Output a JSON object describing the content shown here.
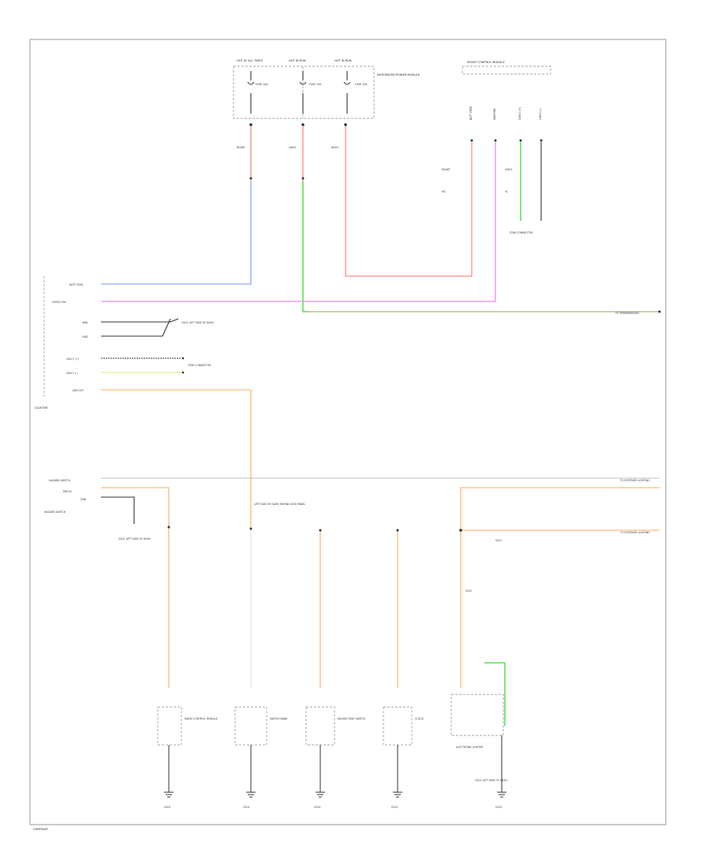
{
  "colors": {
    "red": "#ff8a8a",
    "blue": "#8fa8ff",
    "green": "#33dd33",
    "pink": "#ee88ee",
    "orange": "#ffbb77",
    "yellow": "#e8ee88",
    "tan": "#c9b99c",
    "black": "#333333",
    "gray": "#aaaaaa"
  },
  "labels": {
    "fuse1": "HOT AT ALL TIMES",
    "fuse2": "HOT IN RUN",
    "fuse3": "HOT IN RUN",
    "fuse_sub1": "FUSE 10A",
    "fuse_sub2": "FUSE 10A",
    "fuse_sub3": "FUSE 10A",
    "fuse_block": "INTEGRATED POWER MODULE",
    "right_module": "FRONT CONTROL MODULE",
    "pin_a": "BATT FEED",
    "pin_b": "IGNITION",
    "pin_c": "CAN C (+)",
    "pin_d": "CAN C (-)",
    "w_r1": "RD/WT",
    "w_r2": "WT",
    "w_gn1": "GN/YL",
    "w_gn2": "YL",
    "w_gn3": "GN/YL",
    "w_r3": "RD/YL",
    "star_conn": "STAR CONNECTOR",
    "cluster": "CLUSTER",
    "cl1": "BATT FEED",
    "cl2": "FUSED IGN",
    "cl3": "GND",
    "cl4": "GND",
    "cl5": "CAN C (+)",
    "cl6": "CAN C (-)",
    "cl7": "DIM OUT",
    "g1": "G201 LEFT SIDE OF DASH",
    "sc1": "STAR CONNECTOR",
    "hs1": "HAZARD SWITCH",
    "hs2": "DIM IN",
    "hs3": "GND",
    "hazard_label": "HAZARD SWITCH",
    "g2": "G201 LEFT SIDE OF DASH",
    "sp_label": "LEFT SIDE OF DASH, BEHIND KICK PANEL",
    "out1": "TO TRANSMISSION",
    "out2": "TO EXTERIOR LIGHTING",
    "out3": "TO EXTERIOR LIGHTING",
    "splice": "S201",
    "splice2": "S202",
    "d1": "RADIO CONTROL MODULE",
    "d2": "SWITCH BANK",
    "d3": "HEATED SEAT SWITCH",
    "d4": "CLOCK",
    "d5": "ELECTRONIC SHIFTER",
    "gnd1": "G201",
    "gnd2": "G201",
    "gnd3": "G201",
    "gnd4": "G201",
    "gnd5": "G201",
    "gnd_note": "G201 LEFT SIDE OF DASH",
    "footer": "CHRYSLER"
  }
}
